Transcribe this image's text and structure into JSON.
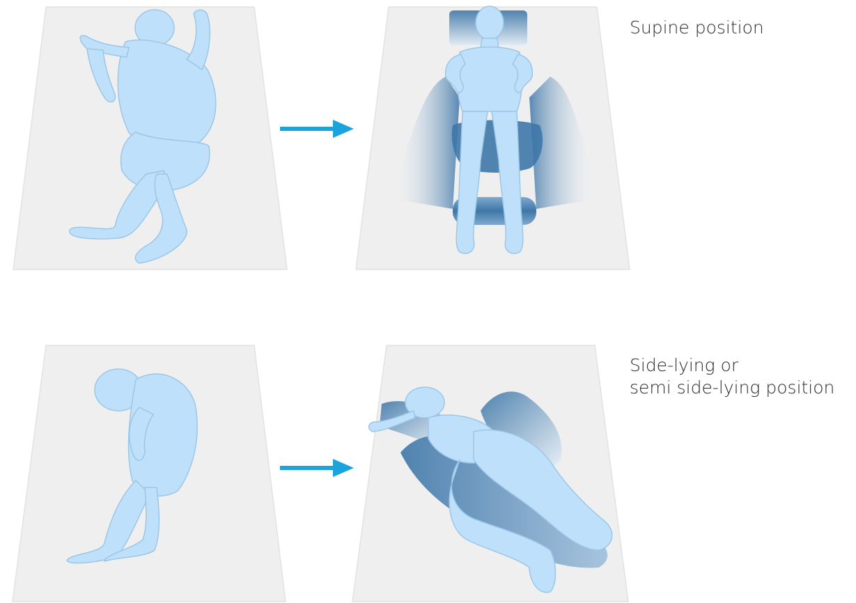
{
  "rows": [
    {
      "caption_lines": [
        "Supine position"
      ]
    },
    {
      "caption_lines": [
        "Side-lying or",
        "semi side-lying position"
      ]
    }
  ],
  "colors": {
    "mat": "#efefef",
    "mat_edge": "#e2e2e2",
    "body": "#bfe0fa",
    "body_outline": "#9cc6e6",
    "support_dark": "#3f77a8",
    "arrow": "#1aa3dd",
    "text": "#2a2a2a"
  }
}
